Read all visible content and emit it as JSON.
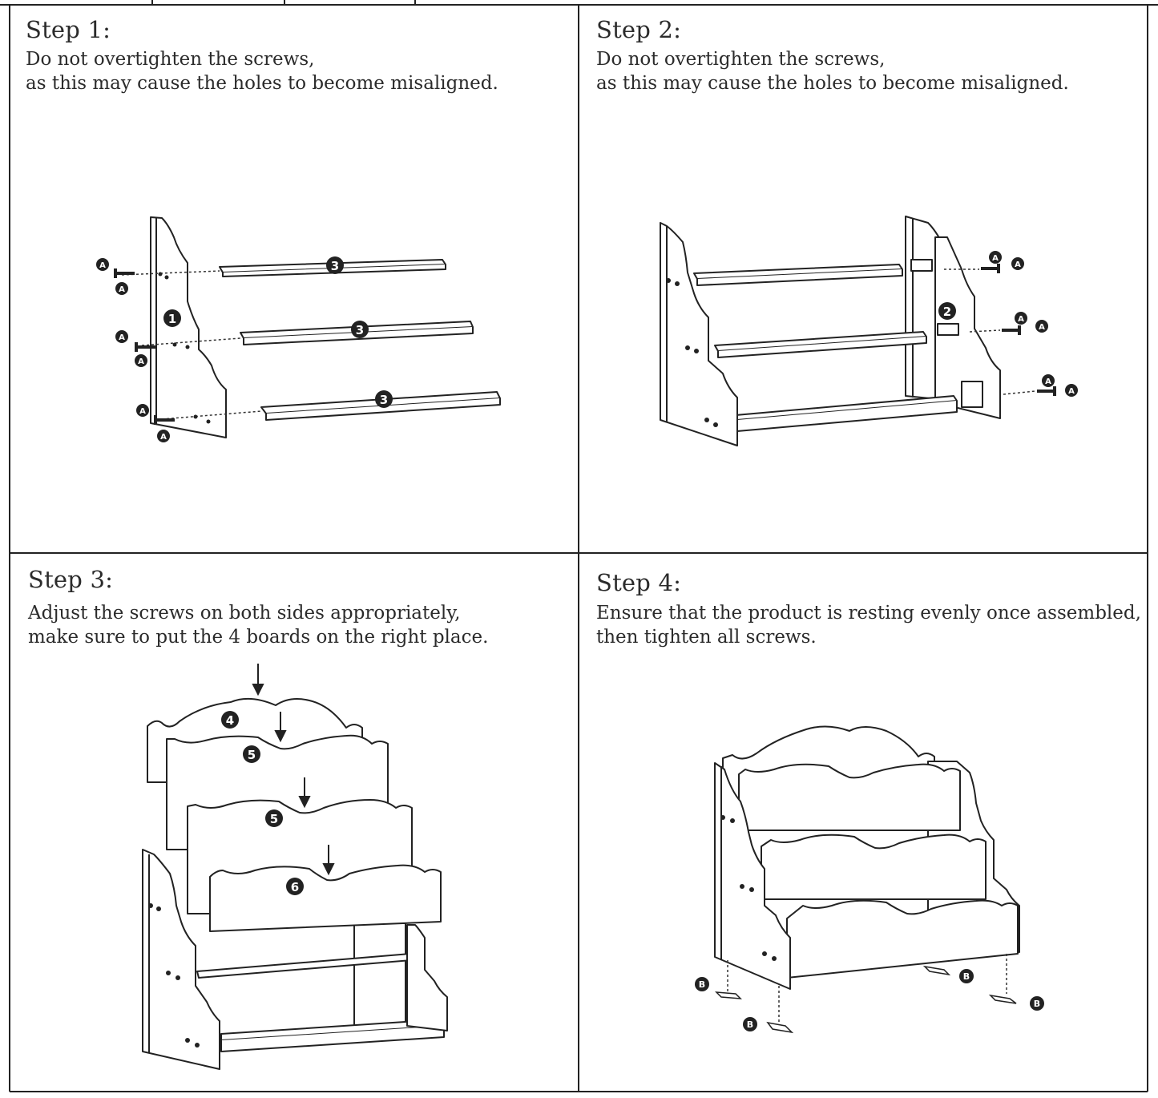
{
  "steps": [
    {
      "title": "Step 1:",
      "lines": [
        "Do not overtighten the screws,",
        "as this may cause the holes to become misaligned."
      ],
      "labels": {
        "side_panel": "1",
        "shelf": "3",
        "screw": "A"
      }
    },
    {
      "title": "Step 2:",
      "lines": [
        "Do not overtighten the screws,",
        "as this may cause the holes to become misaligned."
      ],
      "labels": {
        "side_panel": "2",
        "screw": "A"
      }
    },
    {
      "title": "Step 3:",
      "lines": [
        "Adjust the screws on both sides appropriately,",
        "make sure to put the 4 boards on the right place."
      ],
      "labels": {
        "board_top": "4",
        "board_mid": "5",
        "board_low": "6"
      }
    },
    {
      "title": "Step 4:",
      "lines": [
        "Ensure that the product is resting evenly once assembled,",
        "then tighten all screws."
      ],
      "labels": {
        "pad": "B"
      }
    }
  ]
}
